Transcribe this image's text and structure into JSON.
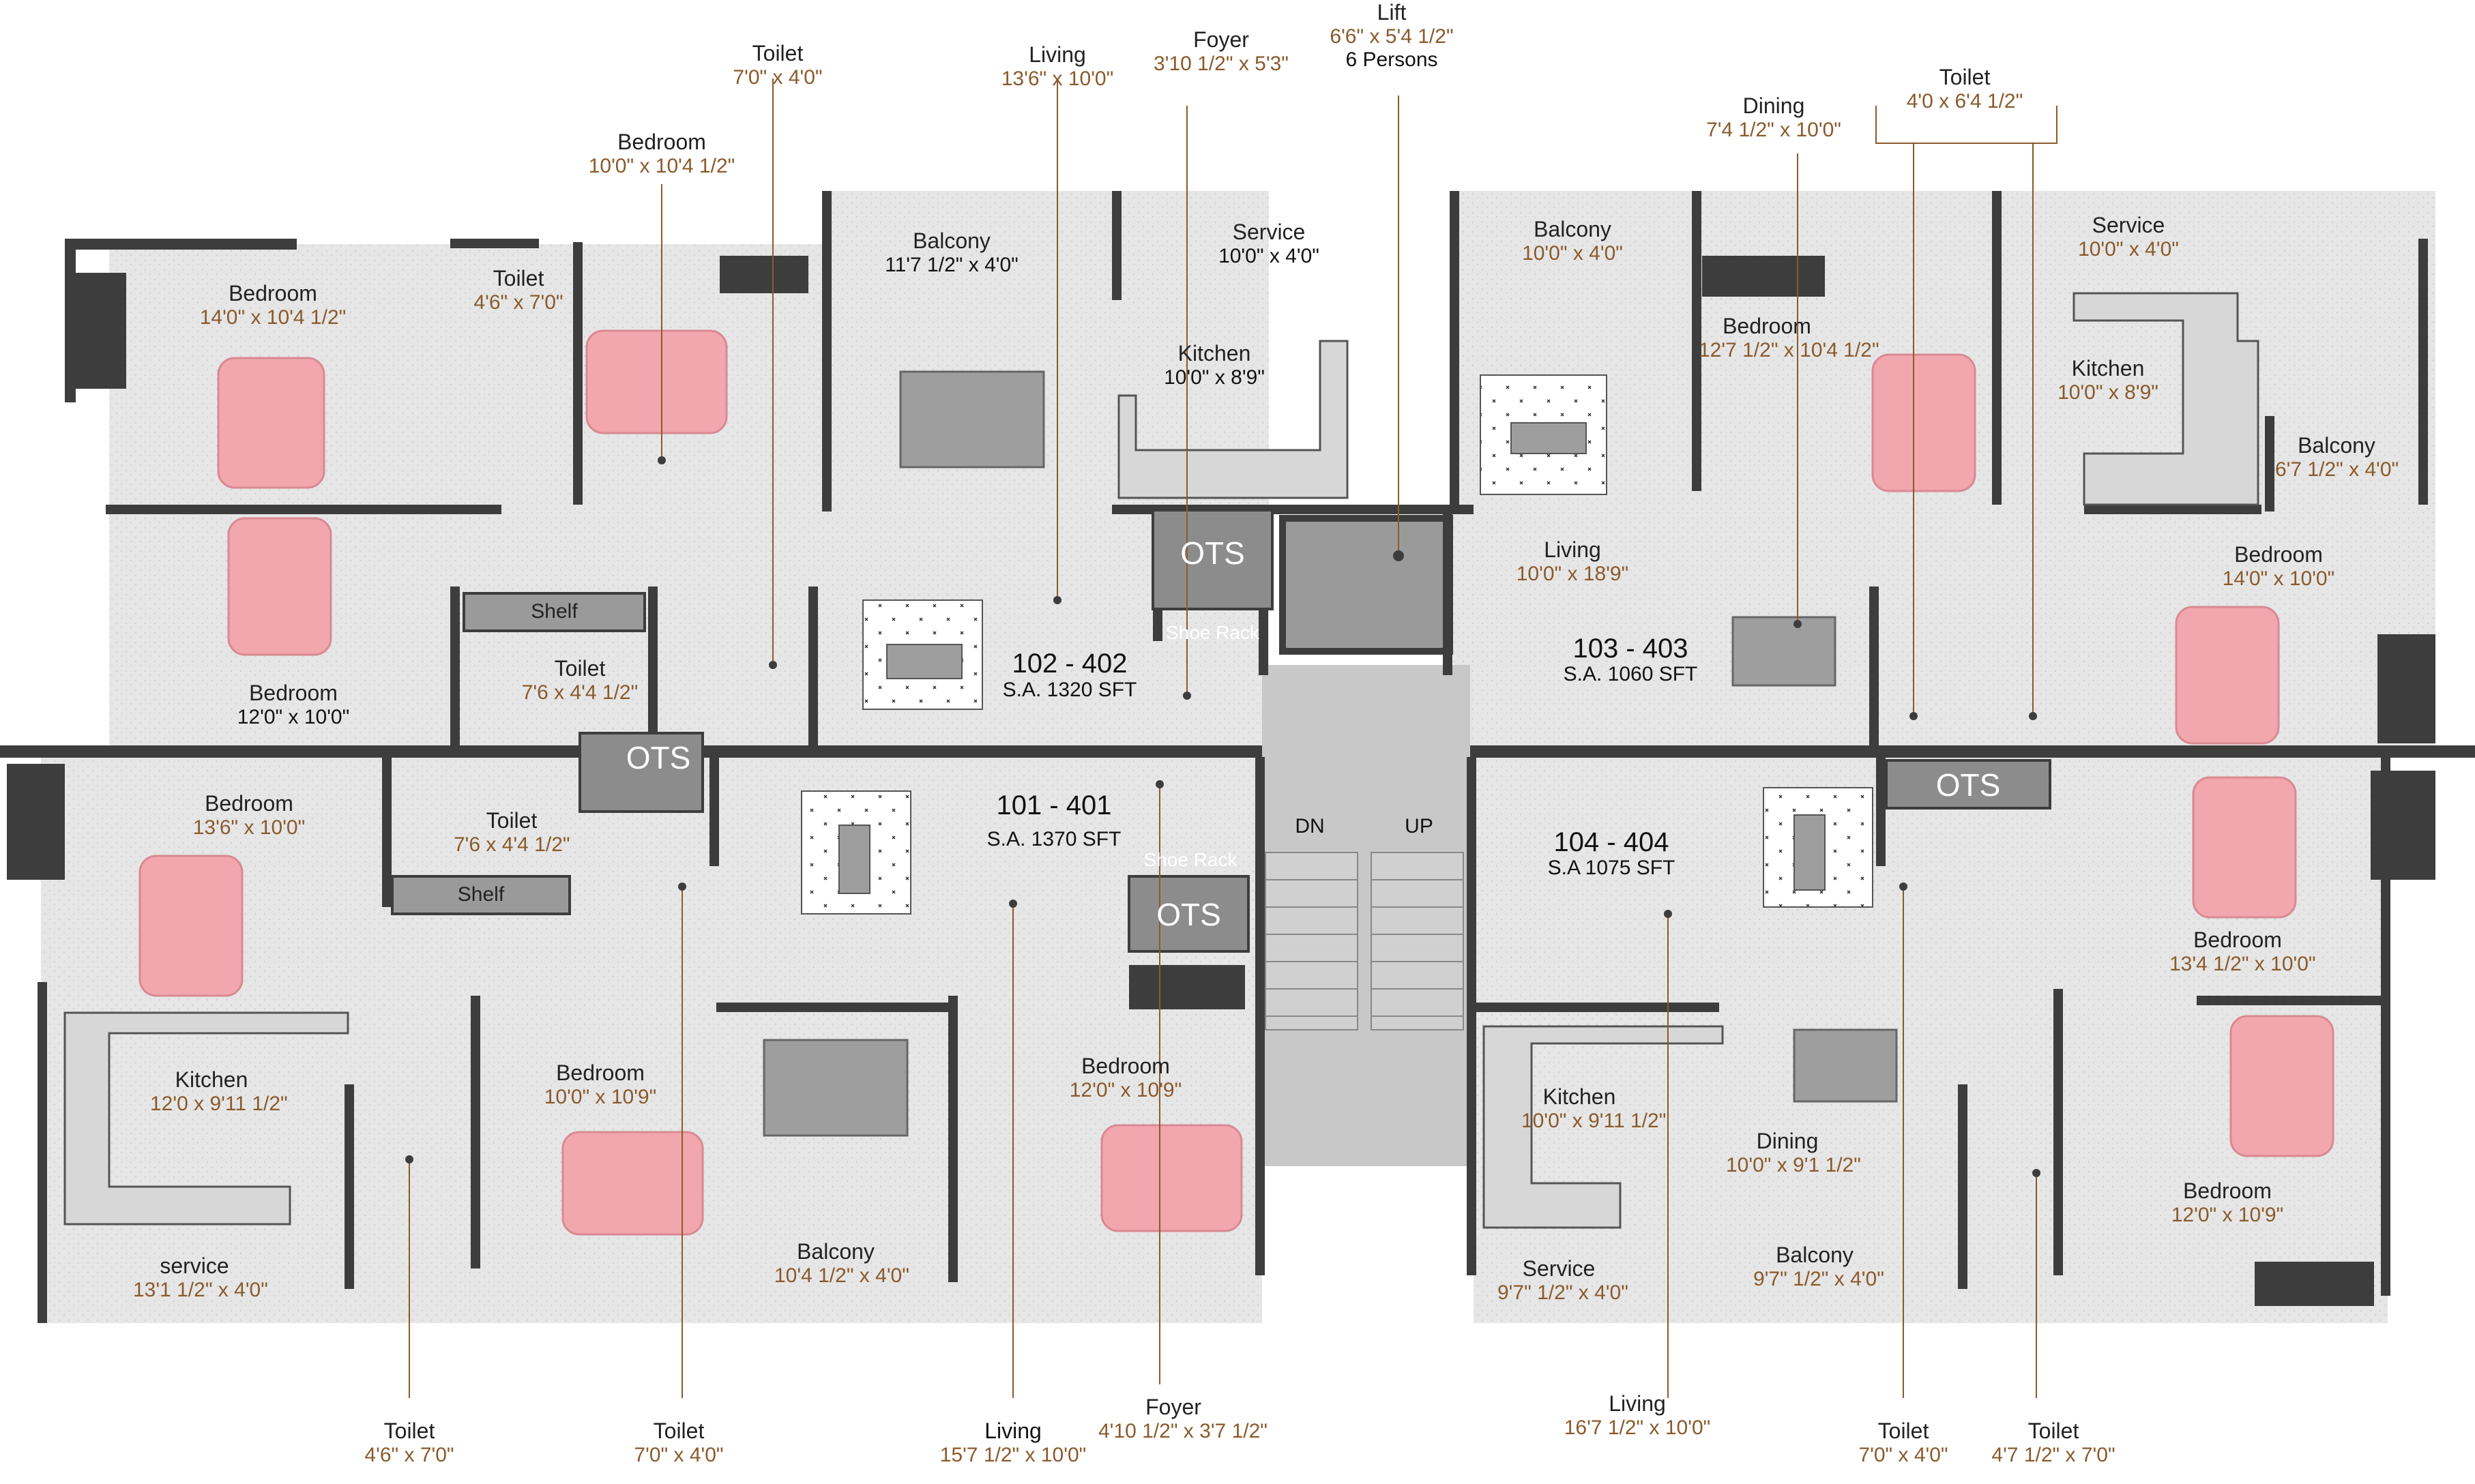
{
  "units": [
    {
      "code": "102 - 402",
      "area": "S.A. 1320 SFT"
    },
    {
      "code": "103 - 403",
      "area": "S.A. 1060 SFT"
    },
    {
      "code": "101 - 401",
      "area": "S.A. 1370 SFT"
    },
    {
      "code": "104 - 404",
      "area": "S.A 1075 SFT"
    }
  ],
  "rooms": [
    {
      "name": "Bedroom",
      "dim": "14'0\" x 10'4 1/2\""
    },
    {
      "name": "Toilet",
      "dim": "4'6\" x 7'0\""
    },
    {
      "name": "Bedroom",
      "dim": "12'0\" x 10'0\""
    },
    {
      "name": "Toilet",
      "dim": "7'6 x 4'4 1/2\""
    },
    {
      "name": "Balcony",
      "dim": "11'7 1/2\" x 4'0\""
    },
    {
      "name": "Service",
      "dim": "10'0\" x 4'0\""
    },
    {
      "name": "Kitchen",
      "dim": "10'0\" x 8'9\""
    },
    {
      "name": "Balcony",
      "dim": "10'0\" x 4'0\""
    },
    {
      "name": "Bedroom",
      "dim": "12'7 1/2\" x 10'4 1/2\""
    },
    {
      "name": "Service",
      "dim": "10'0\" x 4'0\""
    },
    {
      "name": "Kitchen",
      "dim": "10'0\" x 8'9\""
    },
    {
      "name": "Balcony",
      "dim": "6'7 1/2\" x 4'0\""
    },
    {
      "name": "Living",
      "dim": "10'0\" x 18'9\""
    },
    {
      "name": "Bedroom",
      "dim": "14'0\" x 10'0\""
    },
    {
      "name": "Bedroom",
      "dim": "13'6\" x 10'0\""
    },
    {
      "name": "Toilet",
      "dim": "7'6 x 4'4 1/2\""
    },
    {
      "name": "Kitchen",
      "dim": "12'0 x 9'11 1/2\""
    },
    {
      "name": "Bedroom",
      "dim": "10'0\" x 10'9\""
    },
    {
      "name": "Bedroom",
      "dim": "12'0\" x 10'9\""
    },
    {
      "name": "Balcony",
      "dim": "10'4 1/2\" x 4'0\""
    },
    {
      "name": "service",
      "dim": "13'1 1/2\" x 4'0\""
    },
    {
      "name": "Bedroom",
      "dim": "13'4 1/2\" x 10'0\""
    },
    {
      "name": "Kitchen",
      "dim": "10'0\" x 9'11 1/2\""
    },
    {
      "name": "Dining",
      "dim": "10'0\" x 9'1 1/2\""
    },
    {
      "name": "Bedroom",
      "dim": "12'0\" x 10'9\""
    },
    {
      "name": "Balcony",
      "dim": "9'7\" 1/2\" x 4'0\""
    },
    {
      "name": "Service",
      "dim": "9'7\" 1/2\" x 4'0\""
    }
  ],
  "callouts_top": [
    {
      "name": "Bedroom",
      "dim": "10'0\" x 10'4 1/2\""
    },
    {
      "name": "Toilet",
      "dim": "7'0\" x 4'0\""
    },
    {
      "name": "Living",
      "dim": "13'6\" x 10'0\""
    },
    {
      "name": "Foyer",
      "dim": "3'10 1/2\" x 5'3\""
    },
    {
      "name": "Lift",
      "dim": "6'6\" x 5'4 1/2\"",
      "extra": "6 Persons"
    },
    {
      "name": "Dining",
      "dim": "7'4 1/2\" x 10'0\""
    },
    {
      "name": "Toilet",
      "dim": "4'0 x 6'4 1/2\""
    }
  ],
  "callouts_bottom": [
    {
      "name": "Toilet",
      "dim": "4'6\" x 7'0\""
    },
    {
      "name": "Toilet",
      "dim": "7'0\" x 4'0\""
    },
    {
      "name": "Living",
      "dim": "15'7 1/2\" x 10'0\""
    },
    {
      "name": "Foyer",
      "dim": "4'10 1/2\" x 3'7 1/2\""
    },
    {
      "name": "Living",
      "dim": "16'7 1/2\" x 10'0\""
    },
    {
      "name": "Toilet",
      "dim": "7'0\" x 4'0\""
    },
    {
      "name": "Toilet",
      "dim": "4'7 1/2\" x 7'0\""
    }
  ],
  "fixtures": {
    "ots": "OTS",
    "shelf": "Shelf",
    "shoe_rack": "Shoe Rack",
    "up": "UP",
    "dn": "DN"
  },
  "colors": {
    "wall": "#3d3d3d",
    "floor": "#e4e4e4",
    "bed": "#f2a6ad",
    "dimension_text": "#8a5a2b",
    "leader_line": "#8b5a2b",
    "fixture_grey": "#8c8c8c"
  }
}
